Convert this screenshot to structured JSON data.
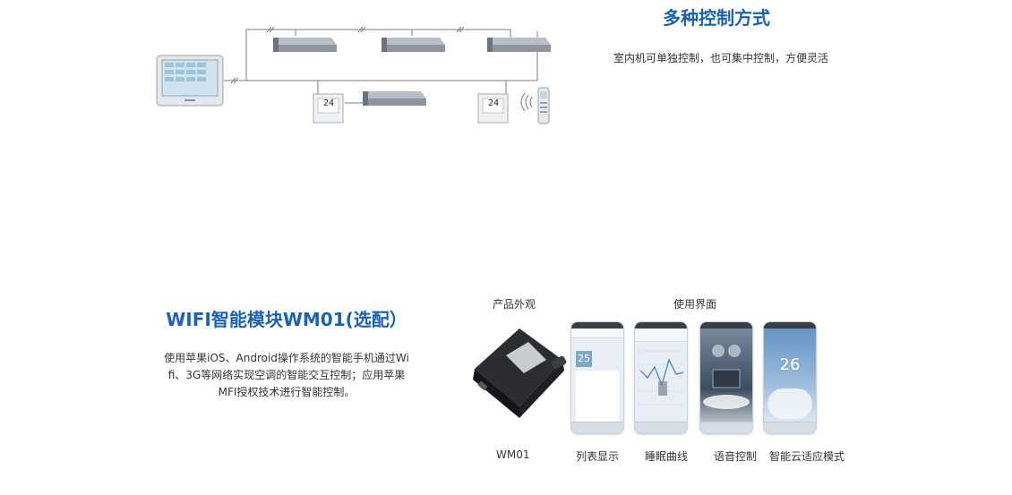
{
  "section1": {
    "title": "多种控制方式",
    "desc": "室内机可单独控制，也可集中控制，方便灵活",
    "thermostat_a": "24",
    "thermostat_b": "24"
  },
  "section2": {
    "title": "WIFI智能模块WM01(选配）",
    "desc_line1": "使用苹果iOS、Android操作系统的智能手机通过Wi",
    "desc_line2": "fi、3G等网络实现空调的智能交互控制；应用苹果",
    "desc_line3": "MFI授权技术进行智能控制。",
    "label_appearance": "产品外观",
    "label_interface": "使用界面",
    "phone1_temp": "25",
    "phone4_temp": "26",
    "captions": [
      "WM01",
      "列表显示",
      "睡眠曲线",
      "语音控制",
      "智能云适应模式"
    ]
  }
}
